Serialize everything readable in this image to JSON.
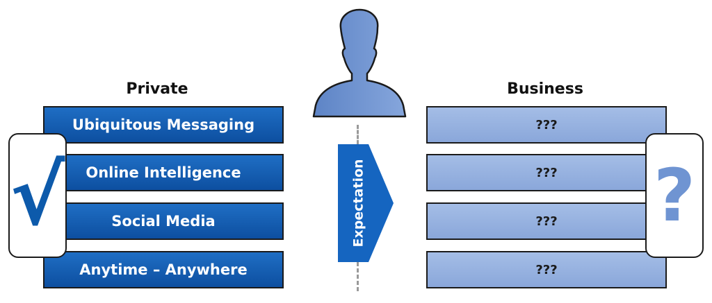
{
  "left": {
    "heading": "Private",
    "items": [
      "Ubiquitous Messaging",
      "Online Intelligence",
      "Social Media",
      "Anytime – Anywhere"
    ],
    "mark": "√"
  },
  "right": {
    "heading": "Business",
    "items": [
      "???",
      "???",
      "???",
      "???"
    ],
    "mark": "?"
  },
  "center": {
    "arrow_label": "Expectation",
    "person_icon": "person-silhouette-icon"
  },
  "colors": {
    "private_blue": "#0d5aab",
    "business_blue": "#98b2e0",
    "person_blue": "#6f94d2",
    "arrow_blue": "#1565c0"
  }
}
